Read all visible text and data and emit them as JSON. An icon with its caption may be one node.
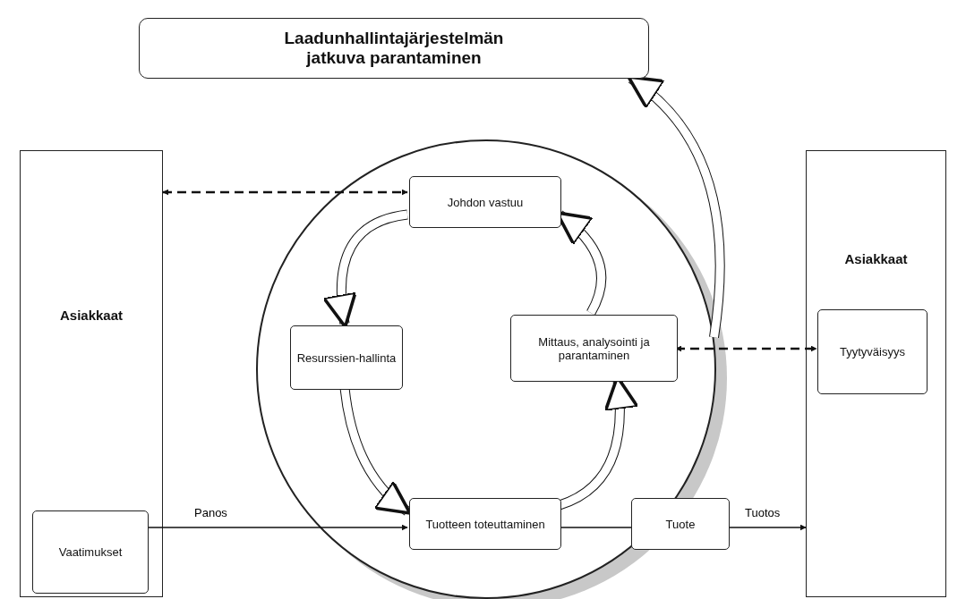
{
  "diagram": {
    "nodes": [
      {
        "text": [
          "Laadunhallintajärjestelmän jatkuva parantaminen"
        ]
      },
      {
        "text": [
          "Asiakkaat"
        ]
      },
      {
        "text": [
          "Vaatimukset"
        ],
        "in": 1
      },
      {
        "text": [],
        "shape": "circle"
      },
      {
        "text": [
          "Johdon vastuu"
        ],
        "in": 3
      },
      {
        "text": [
          "Resurssien-hallinta"
        ],
        "in": 3
      },
      {
        "text": [
          "Mittaus, analysointi ja parantaminen"
        ],
        "in": 3
      },
      {
        "text": [
          "Tuotteen toteuttaminen"
        ],
        "in": 3
      },
      {
        "text": [
          "Tuote"
        ]
      },
      {
        "text": [
          "Asiakkaat"
        ]
      },
      {
        "text": [
          "Tyytyväisyys"
        ],
        "in": 9
      }
    ],
    "edges": [
      {
        "from": 1,
        "to": 4,
        "arrow": "both",
        "style": "dashed"
      },
      {
        "from": 6,
        "to": 10,
        "arrow": "both",
        "style": "dashed"
      },
      {
        "from": 4,
        "to": 5,
        "arrow": "to",
        "style": "thick"
      },
      {
        "from": 5,
        "to": 7,
        "arrow": "to",
        "style": "thick"
      },
      {
        "from": 7,
        "to": 6,
        "arrow": "to",
        "style": "thick"
      },
      {
        "from": 6,
        "to": 4,
        "arrow": "to",
        "style": "thick"
      },
      {
        "from": 3,
        "to": 0,
        "arrow": "to",
        "style": "thick"
      },
      {
        "from": 2,
        "to": 7,
        "arrow": "to",
        "label": "Panos"
      },
      {
        "from": 7,
        "to": 8,
        "arrow": "none"
      },
      {
        "from": 8,
        "to": 9,
        "arrow": "to",
        "label": "Tuotos"
      }
    ]
  }
}
